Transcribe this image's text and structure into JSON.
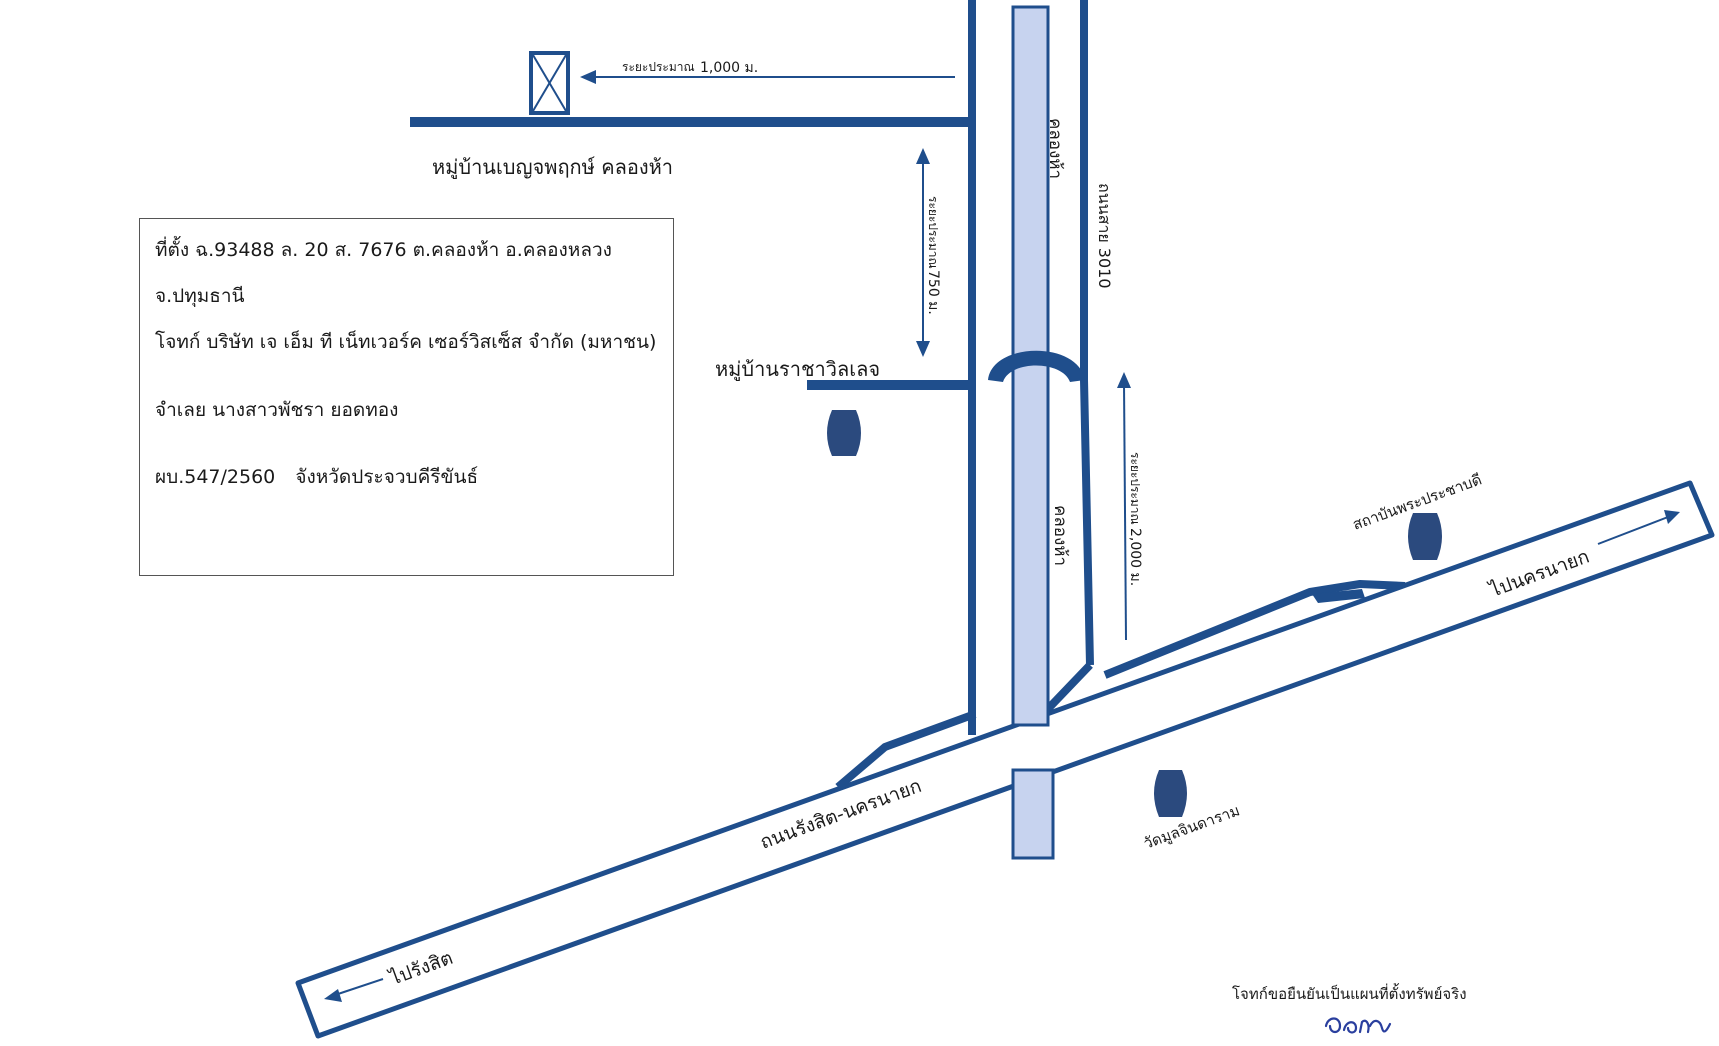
{
  "map": {
    "village_top": "หมู่บ้านเบญจพฤกษ์ คลองห้า",
    "village_mid": "หมู่บ้านราชาวิลเลจ",
    "canal_label_upper": "คลองห้า",
    "canal_label_lower": "คลองห้า",
    "road_3010": "ถนนสาย 3010",
    "main_road": "ถนนรังสิต-นครนายก",
    "to_rangsit": "ไปรังสิต",
    "to_nakhon_nayok": "ไปนครนายก",
    "institute": "สถาบันพระประชาบดี",
    "temple": "วัดมูลจินดาราม",
    "dist_1000_prefix": "ระยะประมาณ",
    "dist_1000_value": "1,000 ม.",
    "dist_750_prefix": "ระยะประมาณ",
    "dist_750_value": "750 ม.",
    "dist_2000_prefix": "ระยะประมาณ",
    "dist_2000_value": "2,000 ม."
  },
  "info": {
    "line1": "ที่ตั้ง ฉ.93488 ล. 20 ส. 7676 ต.คลองห้า อ.คลองหลวง",
    "line2": "จ.ปทุมธานี",
    "line3": "โจทก์ บริษัท เจ เอ็ม ที เน็ทเวอร์ค เซอร์วิสเซ็ส จำกัด (มหาชน)",
    "line4": "จำเลย  นางสาวพัชรา ยอดทอง",
    "line5_case": "ผบ.547/2560",
    "line5_province": "จังหวัดประจวบคีรีขันธ์"
  },
  "note": {
    "certify": "โจทก์ขอยืนยันเป็นแผนที่ตั้งทรัพย์จริง"
  },
  "colors": {
    "road": "#1f4e8c",
    "canal": "#c7d3ef",
    "landmark": "#2b4a7e"
  }
}
